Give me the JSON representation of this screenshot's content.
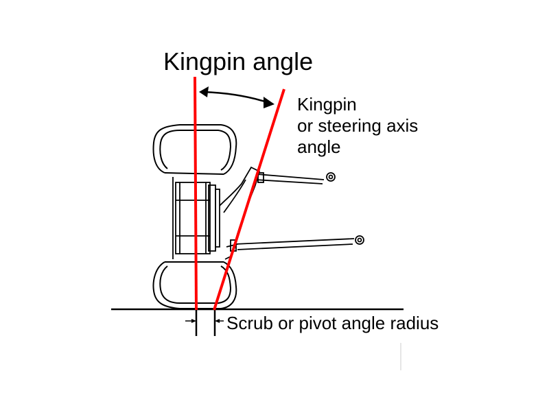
{
  "diagram": {
    "title": "Kingpin angle",
    "axis_label_lines": [
      "Kingpin",
      "or steering axis",
      "angle"
    ],
    "scrub_label": "Scrub or pivot angle radius",
    "colors": {
      "axis_lines": "#ff0000",
      "drawing": "#000000",
      "background": "#ffffff"
    }
  }
}
